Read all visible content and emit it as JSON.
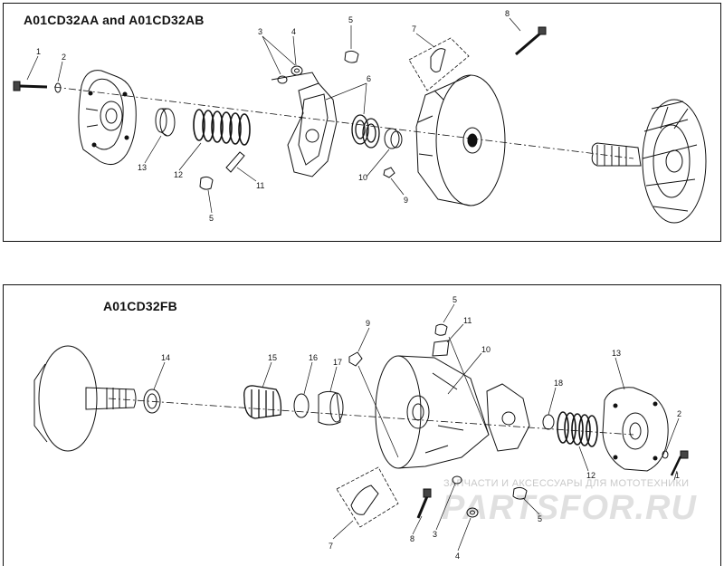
{
  "panels": [
    {
      "title": "A01CD32AA and A01CD32AB",
      "callouts": [
        "1",
        "2",
        "3",
        "4",
        "5",
        "6",
        "7",
        "8",
        "13",
        "12",
        "11",
        "5",
        "10",
        "9"
      ]
    },
    {
      "title": "A01CD32FB",
      "callouts": [
        "14",
        "15",
        "16",
        "17",
        "9",
        "5",
        "11",
        "10",
        "13",
        "18",
        "2",
        "12",
        "1",
        "7",
        "8",
        "3",
        "4",
        "5"
      ]
    }
  ],
  "watermark": {
    "line1": "ЗАПЧАСТИ И АКСЕССУАРЫ ДЛЯ МОТОТЕХНИКИ",
    "line2": "PARTSFOR.RU"
  }
}
